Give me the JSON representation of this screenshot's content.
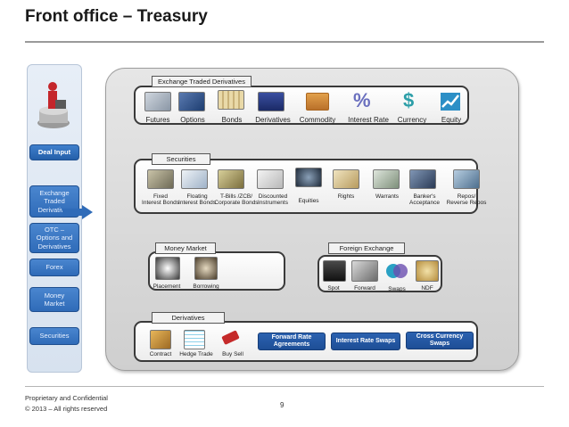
{
  "title": "Front office – Treasury",
  "sidebar": {
    "deal_input": "Deal Input",
    "items": [
      "Exchange\nTraded\nDerivatives",
      "OTC –\nOptions and\nDerivatives",
      "Forex",
      "Money\nMarket",
      "Securities"
    ]
  },
  "sections": {
    "exchange_traded": {
      "label": "Exchange Traded Derivatives",
      "items": [
        "Futures",
        "Options",
        "Bonds",
        "Derivatives",
        "Commodity",
        "Interest Rate",
        "Currency",
        "Equity"
      ]
    },
    "securities": {
      "label": "Securities",
      "items": [
        "Fixed\nInterest Bonds",
        "Floating\nInterest Bonds",
        "T-Bills /ZCB/\nCorporate Bonds",
        "Discounted\nInstruments",
        "Equities",
        "Rights",
        "Warrants",
        "Banker's\nAcceptance",
        "Repos/\nReverse Repos"
      ]
    },
    "money_market": {
      "label": "Money Market",
      "items": [
        "Placement",
        "Borrowing"
      ]
    },
    "foreign_exchange": {
      "label": "Foreign Exchange",
      "items": [
        "Spot",
        "Forward",
        "Swaps",
        "NDF"
      ]
    },
    "derivatives": {
      "label": "Derivatives",
      "items": [
        "Contract",
        "Hedge Trade",
        "Buy  Sell"
      ],
      "buttons": [
        "Forward Rate\nAgreements",
        "Interest Rate Swaps",
        "Cross Currency\nSwaps"
      ]
    }
  },
  "footer": {
    "line1": "Proprietary and Confidential",
    "line2": "© 2013 – All rights reserved",
    "page": "9"
  },
  "colors": {
    "sidebar_button": "#2f6bb8",
    "derivative_button": "#1e4e96",
    "panel": "#dcdcdc"
  }
}
